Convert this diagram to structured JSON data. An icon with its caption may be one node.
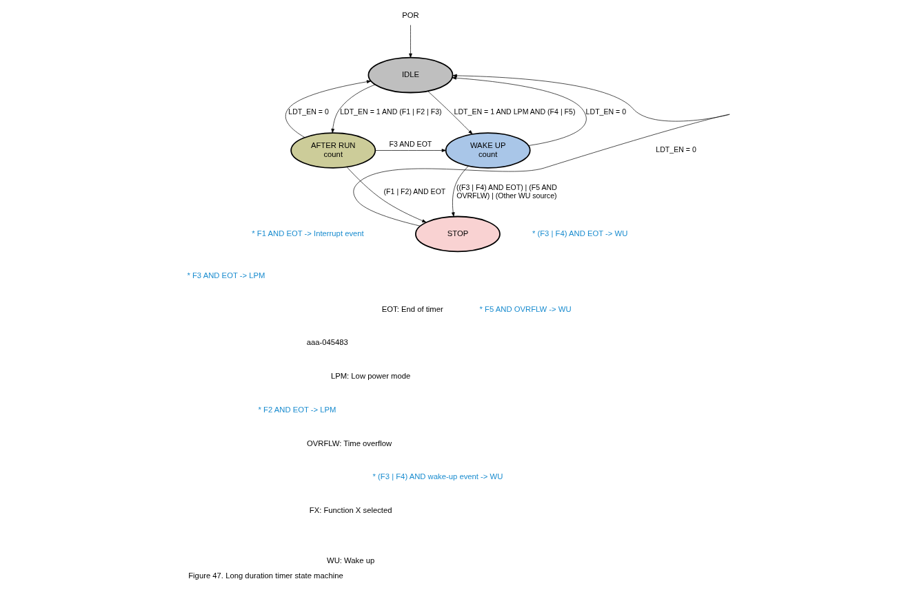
{
  "diagram": {
    "caption": "Figure 47. Long duration timer state machine",
    "nodes": [
      {
        "text": [
          "POR"
        ]
      },
      {
        "text": [
          "IDLE"
        ]
      },
      {
        "text": [
          "AFTER RUN",
          "count"
        ]
      },
      {
        "text": [
          "WAKE UP",
          "count"
        ]
      },
      {
        "text": [
          "STOP"
        ]
      }
    ],
    "edges": [
      {
        "from": 0,
        "to": 1,
        "arrow": "to"
      },
      {
        "from": 1,
        "to": 2,
        "arrow": "to",
        "label": "LDT_EN = 1 AND (F1 | F2 | F3)"
      },
      {
        "from": 2,
        "to": 1,
        "arrow": "to",
        "label": "LDT_EN = 0"
      },
      {
        "from": 1,
        "to": 3,
        "arrow": "to",
        "label": "LDT_EN = 1 AND LPM AND (F4 | F5)"
      },
      {
        "from": 3,
        "to": 1,
        "arrow": "to",
        "label": "LDT_EN = 0"
      },
      {
        "from": 2,
        "to": 3,
        "arrow": "to",
        "label": "F3 AND EOT"
      },
      {
        "from": 2,
        "to": 4,
        "arrow": "to",
        "label": "(F1 | F2) AND EOT"
      },
      {
        "from": 3,
        "to": 4,
        "arrow": "to",
        "label": "((F3 | F4) AND EOT) | (F5 AND OVRFLW) | (Other WU source)"
      },
      {
        "from": 4,
        "to": 1,
        "arrow": "to",
        "label": "LDT_EN = 0"
      }
    ],
    "labels": [
      "* F3 AND EOT -> LPM",
      "* F1 AND EOT -> Interrupt event",
      "* F2 AND EOT -> LPM",
      "* (F3 | F4) AND EOT -> WU",
      "* F5 AND OVRFLW -> WU",
      "* (F3 | F4) AND wake-up event -> WU",
      "EOT: End of timer",
      "LPM: Low power mode",
      "OVRFLW: Time overflow",
      "FX: Function X selected",
      "WU: Wake up",
      "aaa-045483"
    ]
  }
}
